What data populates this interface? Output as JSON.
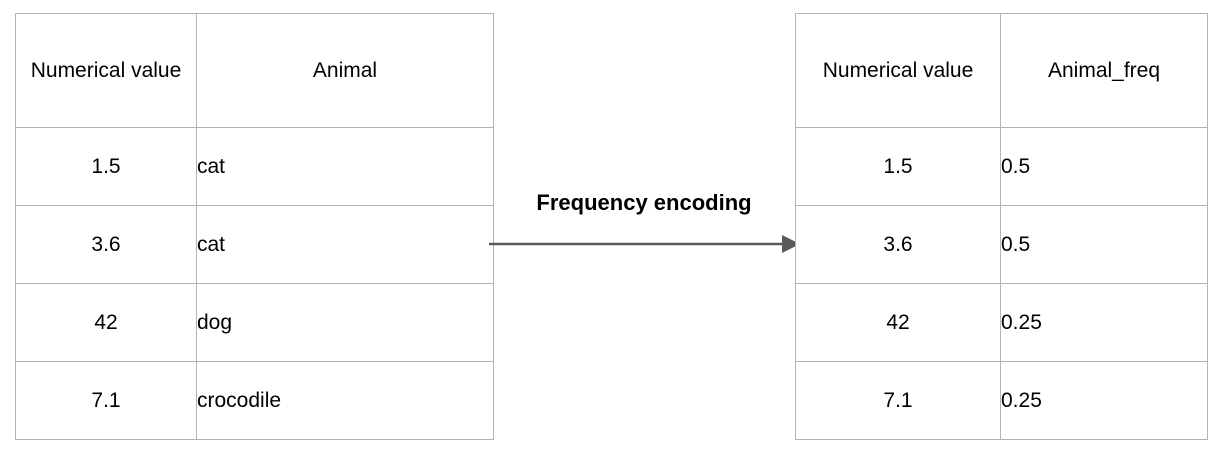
{
  "diagram": {
    "type": "table-transformation",
    "title": "",
    "transform": {
      "label": "Frequency encoding",
      "arrow_color": "#5a5a5a",
      "direction": "left-to-right"
    },
    "border_color": "#b3b3b3",
    "text_color": "#000000"
  },
  "source_table": {
    "name": "source-table",
    "headers": [
      "Numerical value",
      "Animal"
    ],
    "rows": [
      [
        "1.5",
        "cat"
      ],
      [
        "3.6",
        "cat"
      ],
      [
        "42",
        "dog"
      ],
      [
        "7.1",
        "crocodile"
      ]
    ]
  },
  "encoded_table": {
    "name": "encoded-table",
    "headers": [
      "Numerical value",
      "Animal_freq"
    ],
    "rows": [
      [
        "1.5",
        "0.5"
      ],
      [
        "3.6",
        "0.5"
      ],
      [
        "42",
        "0.25"
      ],
      [
        "7.1",
        "0.25"
      ]
    ]
  }
}
